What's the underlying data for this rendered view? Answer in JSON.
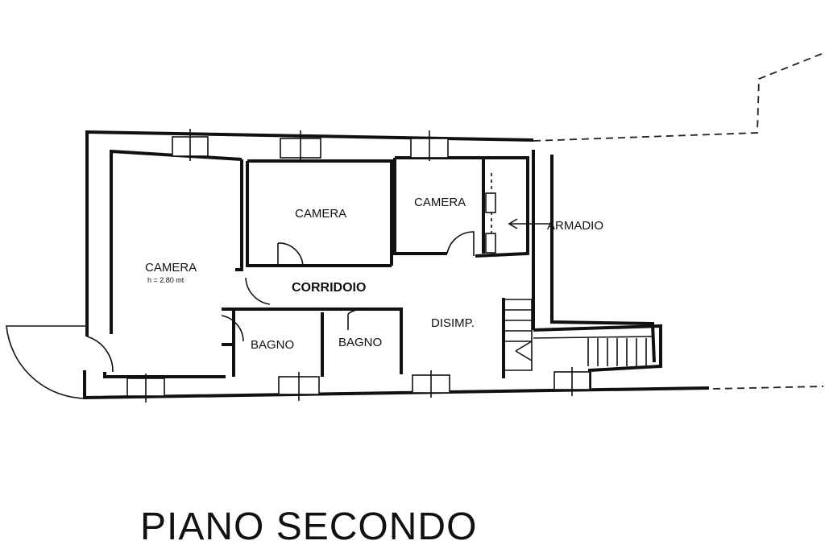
{
  "plan": {
    "title": "PIANO SECONDO",
    "rooms": {
      "camera_left": {
        "name": "CAMERA",
        "note": "h = 2.80 mt"
      },
      "camera_center": {
        "name": "CAMERA"
      },
      "camera_right": {
        "name": "CAMERA"
      },
      "corridoio": {
        "name": "CORRIDOIO"
      },
      "bagno_left": {
        "name": "BAGNO"
      },
      "bagno_right": {
        "name": "BAGNO"
      },
      "disimpegno": {
        "name": "DISIMP."
      }
    },
    "callouts": {
      "armadio": "ARMADIO"
    }
  }
}
